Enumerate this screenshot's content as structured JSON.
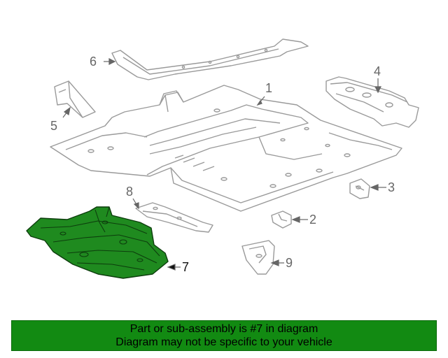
{
  "diagram": {
    "callouts": {
      "c1": "1",
      "c2": "2",
      "c3": "3",
      "c4": "4",
      "c5": "5",
      "c6": "6",
      "c7": "7",
      "c8": "8",
      "c9": "9"
    },
    "highlighted_part": "7",
    "colors": {
      "line": "#9a9a9a",
      "highlight_fill": "#1f8a1f",
      "highlight_stroke": "#0d3d0d",
      "banner": "#128a12"
    }
  },
  "banner": {
    "line1": "Part or sub-assembly is #7 in diagram",
    "line2": "Diagram may not be specific to your vehicle"
  }
}
